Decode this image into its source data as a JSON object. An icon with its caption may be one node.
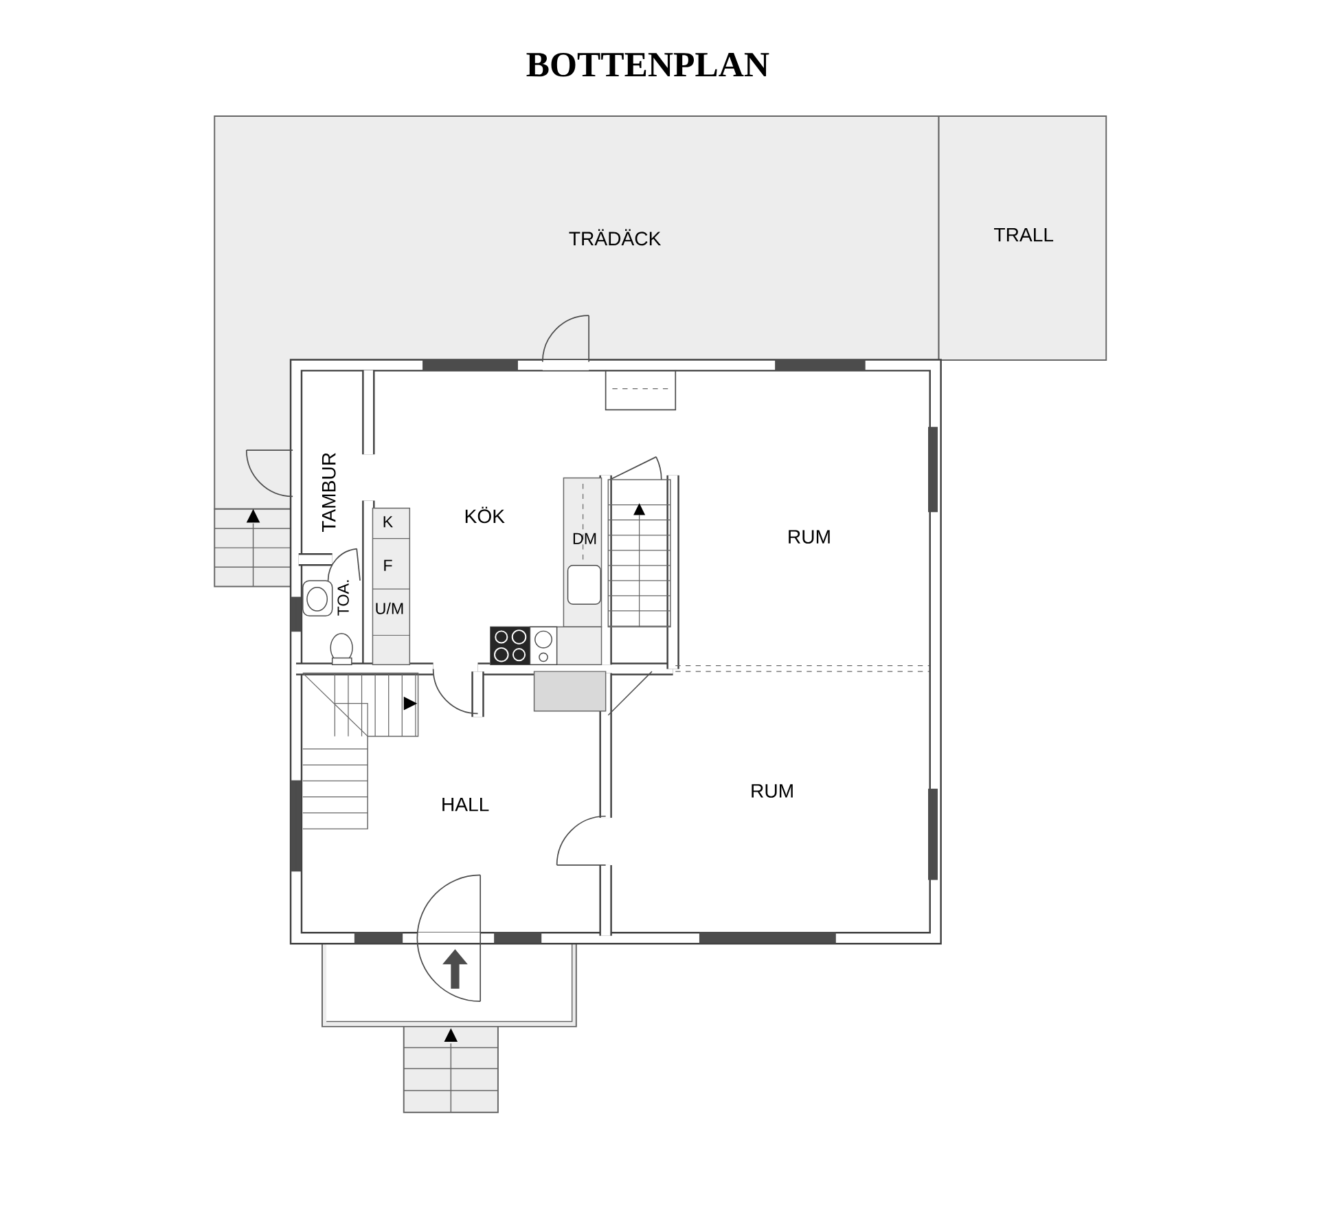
{
  "diagram": {
    "title": "BOTTENPLAN",
    "labels": [
      "TRÄDÄCK",
      "TRALL",
      "TAMBUR",
      "KÖK",
      "K",
      "DM",
      "RUM",
      "F",
      "TOA.",
      "U/M",
      "HALL",
      "RUM"
    ]
  }
}
